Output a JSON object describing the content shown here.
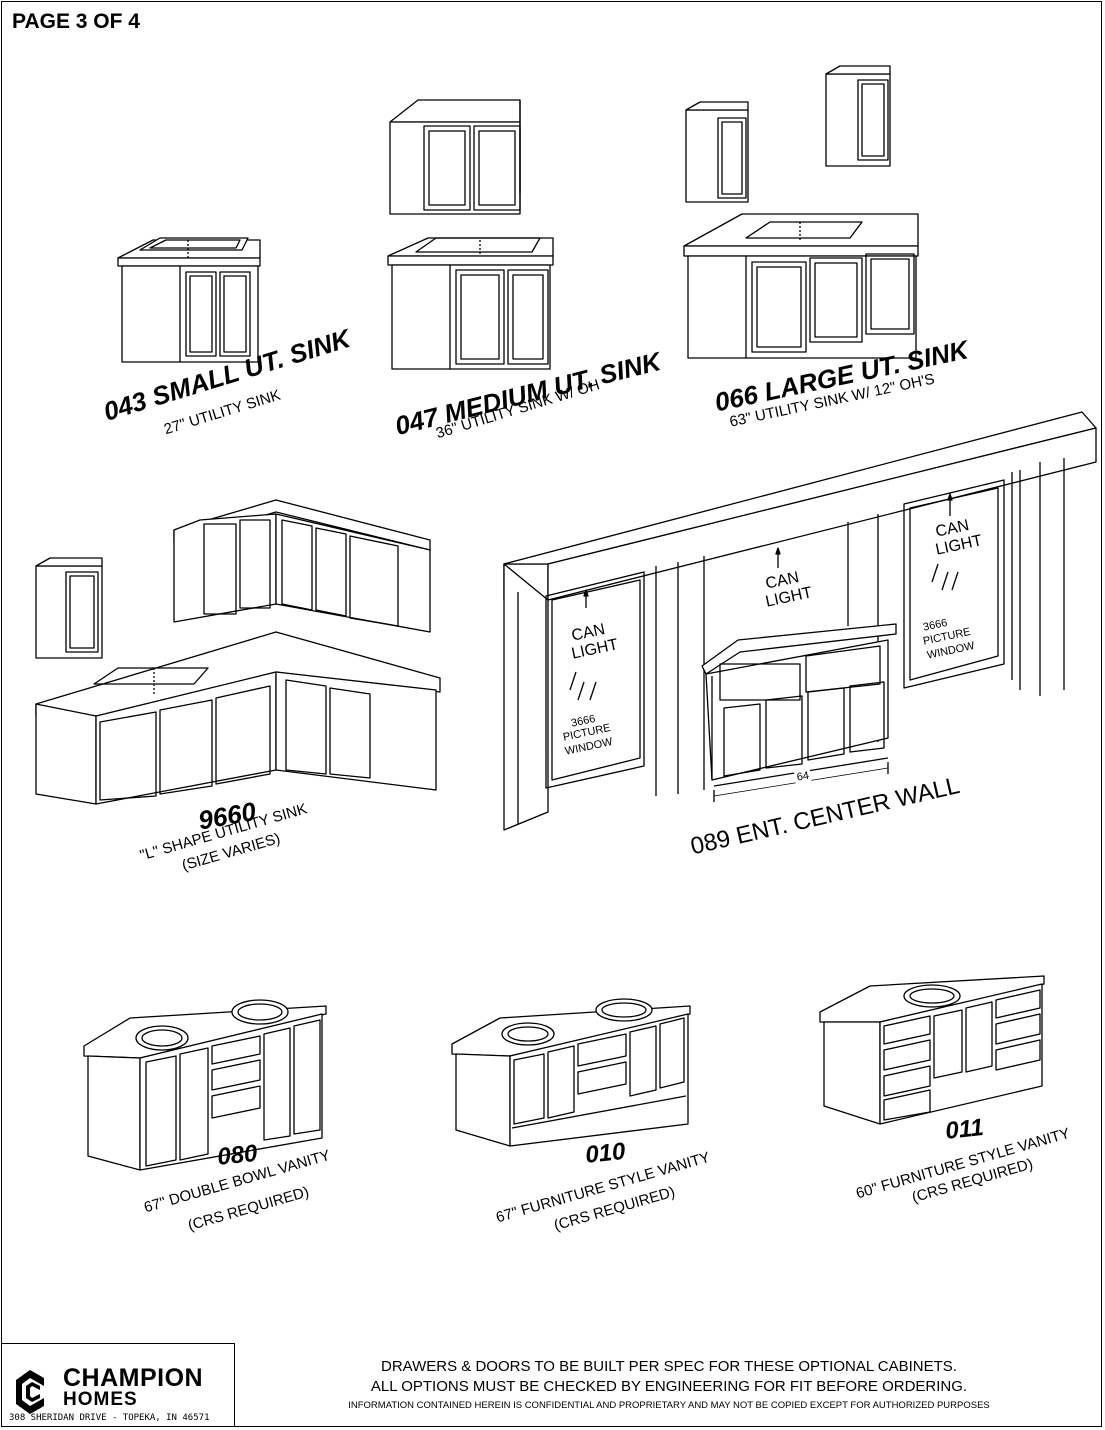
{
  "page_label": "PAGE 3 OF 4",
  "cabinets": [
    {
      "code": "043 SMALL UT. SINK",
      "desc": "27\" UTILITY SINK"
    },
    {
      "code": "047 MEDIUM UT. SINK",
      "desc": "36\" UTILITY SINK W/ OH"
    },
    {
      "code": "066 LARGE UT. SINK",
      "desc": "63\" UTILITY SINK W/ 12\" OH'S"
    },
    {
      "code": "9660",
      "desc": "\"L\" SHAPE UTILITY SINK",
      "desc2": "(SIZE VARIES)"
    },
    {
      "code": "080",
      "desc": "67\" DOUBLE BOWL VANITY",
      "desc2": "(CRS REQUIRED)"
    },
    {
      "code": "010",
      "desc": "67\" FURNITURE STYLE VANITY",
      "desc2": "(CRS REQUIRED)"
    },
    {
      "code": "011",
      "desc": "60\" FURNITURE STYLE VANITY",
      "desc2": "(CRS REQUIRED)"
    }
  ],
  "center_wall": {
    "title": "089 ENT. CENTER WALL",
    "can_light": "CAN",
    "can_light2": "LIGHT",
    "window_label": "3666",
    "window_label2": "PICTURE",
    "window_label3": "WINDOW",
    "dimension": "64"
  },
  "footer": {
    "brand": "CHAMPION",
    "brand_sub": "HOMES",
    "address": "308 SHERIDAN DRIVE - TOPEKA, IN 46571",
    "note1": "DRAWERS & DOORS TO BE BUILT PER SPEC FOR THESE OPTIONAL CABINETS.",
    "note2": "ALL OPTIONS MUST BE CHECKED BY ENGINEERING FOR FIT BEFORE ORDERING.",
    "note3": "INFORMATION CONTAINED HEREIN IS CONFIDENTIAL AND PROPRIETARY AND MAY NOT BE COPIED EXCEPT FOR AUTHORIZED PURPOSES"
  }
}
